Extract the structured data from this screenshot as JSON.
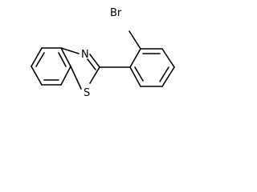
{
  "diagram": {
    "type": "chemical-structure",
    "atoms": {
      "bromine": "Br",
      "nitrogen": "N",
      "sulfur": "S"
    },
    "colors": {
      "bond": "#000000",
      "text": "#000000",
      "background": "#ffffff"
    }
  }
}
